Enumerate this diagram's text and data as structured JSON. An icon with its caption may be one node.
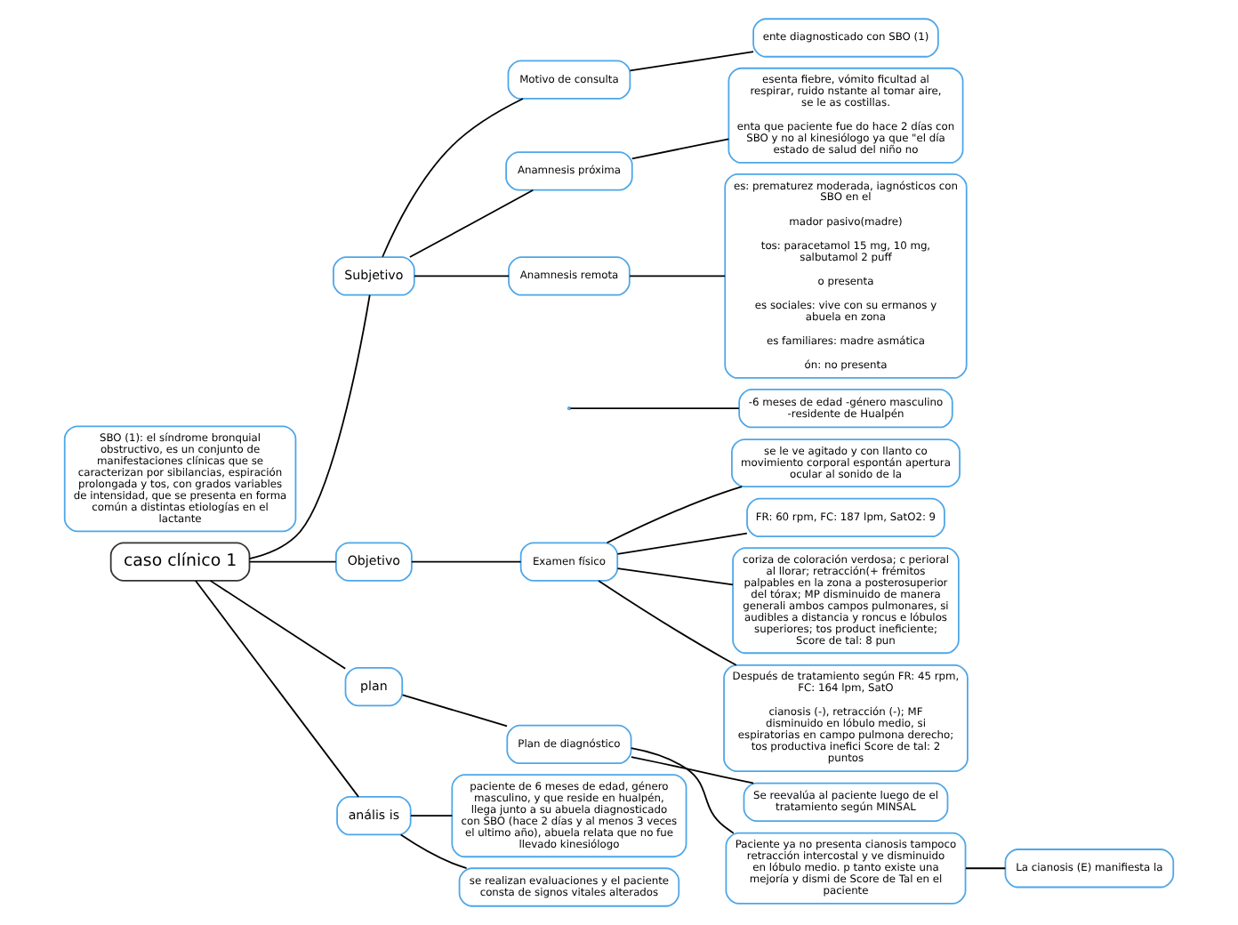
{
  "diagram": {
    "nodes": [
      {
        "text": [
          "caso clínico 1"
        ]
      },
      {
        "text": [
          "Subjetivo"
        ]
      },
      {
        "text": [
          "-6 meses de edad -género masculino -residente de Hualpén"
        ]
      },
      {
        "text": [
          "Motivo de consulta"
        ]
      },
      {
        "text": [
          "ente diagnosticado con SBO (1)"
        ]
      },
      {
        "text": [
          "Anamnesis próxima"
        ]
      },
      {
        "text": [
          "esenta fiebre, vómito ficultad al respirar, ruido nstante al tomar aire, se le as costillas.",
          "enta que paciente fue do hace 2 días con SBO y no al kinesiólogo ya que \"el día estado de salud del niño no"
        ]
      },
      {
        "text": [
          "Anamnesis remota"
        ]
      },
      {
        "text": [
          "es: prematurez moderada, iagnósticos con SBO en el",
          "mador pasivo(madre)",
          "tos: paracetamol 15 mg, 10 mg, salbutamol 2 puff",
          "o presenta",
          "es sociales: vive con su ermanos y abuela en zona",
          "es familiares: madre asmática",
          "ón: no presenta"
        ]
      },
      {
        "text": [
          "SBO (1): el síndrome bronquial obstructivo, es un conjunto de manifestaciones clínicas que se caracterizan por sibilancias, espiración prolongada y tos, con grados variables de intensidad, que se presenta en forma común a distintas etiologías en el lactante"
        ]
      },
      {
        "text": [
          "Objetivo"
        ]
      },
      {
        "text": [
          "Examen físico"
        ]
      },
      {
        "text": [
          "se le ve agitado y con llanto co movimiento corporal espontán apertura ocular al sonido de la"
        ]
      },
      {
        "text": [
          "FR: 60 rpm, FC: 187 lpm, SatO2: 9"
        ]
      },
      {
        "text": [
          "coriza de coloración verdosa; c perioral al llorar; retracción(+ frémitos palpables en la zona a posterosuperior del tórax; MP disminuido de manera generali ambos campos pulmonares, si audibles a distancia y roncus e lóbulos superiores; tos product ineficiente; Score de tal: 8 pun"
        ]
      },
      {
        "text": [
          "Después de tratamiento según FR: 45 rpm, FC: 164 lpm, SatO",
          "cianosis (-), retracción (-); MF disminuido en lóbulo medio, si espiratorias en campo pulmona derecho; tos productiva inefici Score de tal: 2 puntos"
        ]
      },
      {
        "text": [
          "plan"
        ]
      },
      {
        "text": [
          "Plan de diagnóstico"
        ]
      },
      {
        "text": [
          "Se reevalúa al paciente luego de el tratamiento según MINSAL"
        ]
      },
      {
        "text": [
          "Paciente ya no presenta cianosis tampoco retracción intercostal y ve disminuido en lóbulo medio. p tanto existe una mejoría y dismi de Score de Tal en el paciente"
        ]
      },
      {
        "text": [
          "La cianosis (E) manifiesta la"
        ]
      },
      {
        "text": [
          "anális is"
        ]
      },
      {
        "text": [
          "paciente de 6 meses de edad, género masculino, y que reside en hualpén, llega junto a su abuela diagnosticado con SBO (hace 2 días y al menos 3 veces el ultimo año), abuela relata que no fue llevado kinesiólogo"
        ]
      },
      {
        "text": [
          "se realizan evaluaciones y el paciente consta de signos vitales alterados"
        ]
      }
    ],
    "edges": [
      {
        "from": 0,
        "to": 1,
        "arrow": "none"
      },
      {
        "from": 0,
        "to": 10,
        "arrow": "none"
      },
      {
        "from": 0,
        "to": 16,
        "arrow": "none"
      },
      {
        "from": 0,
        "to": 21,
        "arrow": "none"
      },
      {
        "from": null,
        "to": 2,
        "arrow": "none"
      },
      {
        "from": 1,
        "to": 3,
        "arrow": "none"
      },
      {
        "from": 3,
        "to": 4,
        "arrow": "none"
      },
      {
        "from": 1,
        "to": 5,
        "arrow": "none"
      },
      {
        "from": 5,
        "to": 6,
        "arrow": "none"
      },
      {
        "from": 1,
        "to": 7,
        "arrow": "none"
      },
      {
        "from": 7,
        "to": 8,
        "arrow": "none"
      },
      {
        "from": 10,
        "to": 11,
        "arrow": "none"
      },
      {
        "from": 11,
        "to": 12,
        "arrow": "none"
      },
      {
        "from": 11,
        "to": 13,
        "arrow": "none"
      },
      {
        "from": 11,
        "to": 14,
        "arrow": "none"
      },
      {
        "from": 11,
        "to": 15,
        "arrow": "none"
      },
      {
        "from": 16,
        "to": 17,
        "arrow": "none"
      },
      {
        "from": 17,
        "to": 18,
        "arrow": "none"
      },
      {
        "from": 17,
        "to": 19,
        "arrow": "none"
      },
      {
        "from": 19,
        "to": 20,
        "arrow": "none"
      },
      {
        "from": 21,
        "to": 22,
        "arrow": "none"
      },
      {
        "from": 21,
        "to": 23,
        "arrow": "none"
      }
    ]
  }
}
